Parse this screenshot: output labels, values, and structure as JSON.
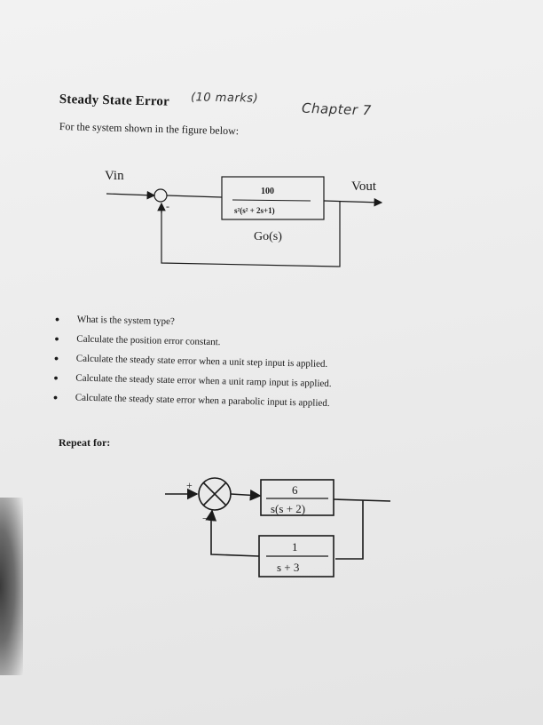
{
  "title": "Steady State Error",
  "handwritten_marks": "(10 marks)",
  "handwritten_chapter": "Chapter 7",
  "intro": "For the system shown in the figure below:",
  "diagram1": {
    "input_label": "Vin",
    "output_label": "Vout",
    "sum_minus": "-",
    "numerator": "100",
    "denominator": "s²(s² + 2s+1)",
    "block_label": "Go(s)"
  },
  "questions": [
    "What is the system type?",
    "Calculate the position error constant.",
    "Calculate the steady state error when a unit step input is applied.",
    "Calculate the steady state error when a unit ramp input is applied.",
    "Calculate the steady state error when a parabolic input is applied."
  ],
  "repeat_label": "Repeat for:",
  "diagram2": {
    "sum_plus": "+",
    "sum_minus": "−",
    "forward_numerator": "6",
    "forward_denominator": "s(s + 2)",
    "feedback_numerator": "1",
    "feedback_denominator": "s + 3"
  }
}
